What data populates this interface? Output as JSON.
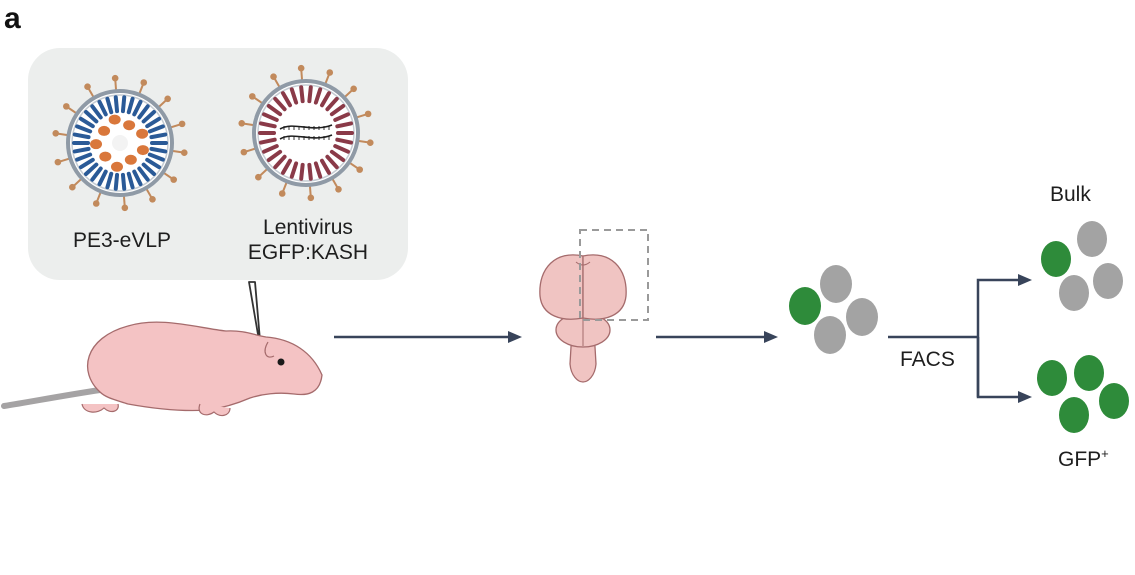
{
  "panel_letter": "a",
  "viruses": {
    "vlp_label": "PE3-eVLP",
    "lenti_label_line1": "Lentivirus",
    "lenti_label_line2": "EGFP:KASH"
  },
  "sort": {
    "method_label": "FACS",
    "bulk_label": "Bulk",
    "gfp_label": "GFP",
    "gfp_superscript": "+"
  },
  "colors": {
    "panel_bg": "#eceeed",
    "mouse_pink": "#f4c3c4",
    "mouse_outline": "#a56b6c",
    "brain_pink": "#f0c4c2",
    "arrow": "#38445a",
    "vlp_spike_blue": "#2a5a97",
    "vlp_cargo_orange": "#d9773b",
    "lenti_spike_red": "#8a3a48",
    "envelope_tip": "#c28a5c",
    "cell_green": "#2e8b3a",
    "cell_gray": "#a3a3a3"
  }
}
